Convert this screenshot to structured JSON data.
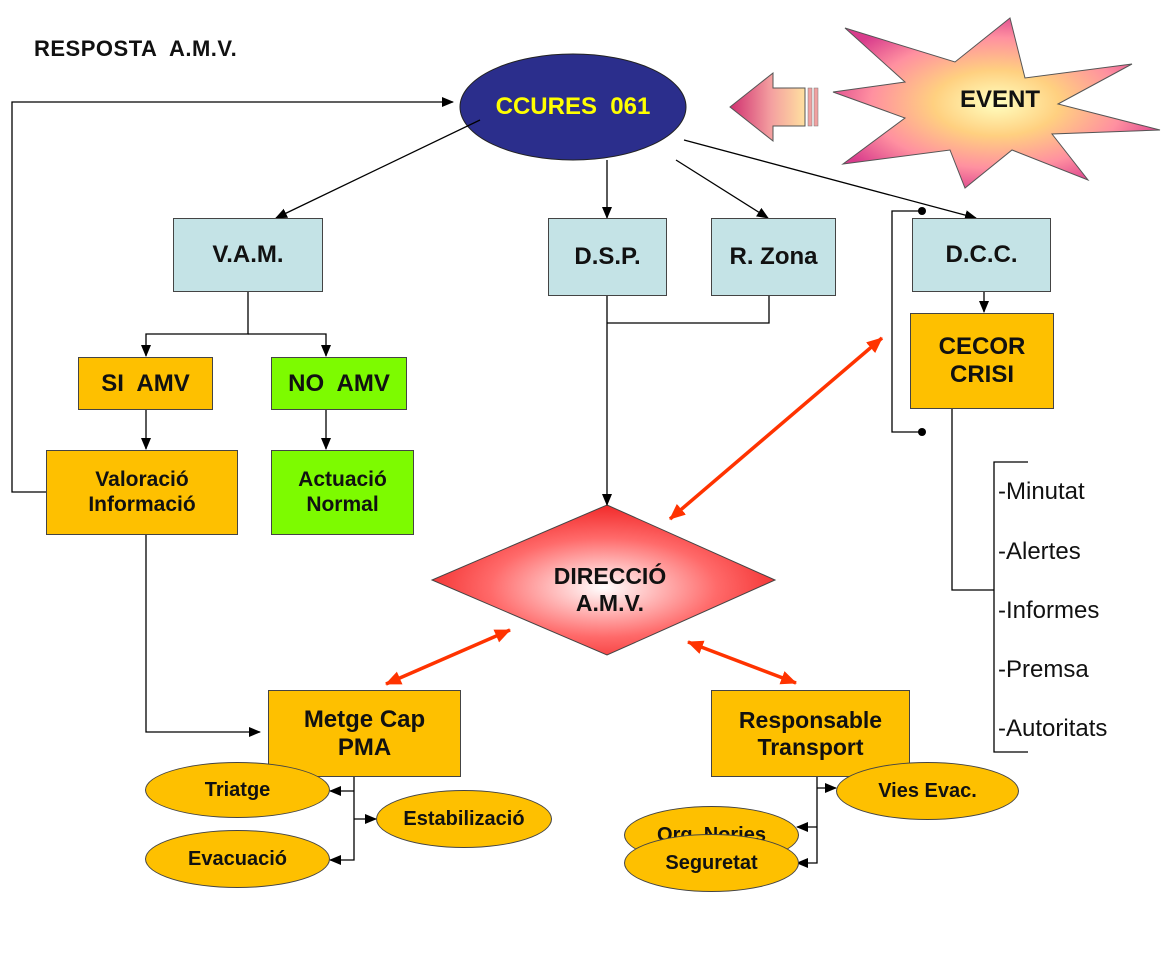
{
  "title": "RESPOSTA  A.M.V.",
  "ccures": "CCURES  061",
  "event": "EVENT",
  "vam": "V.A.M.",
  "dsp": "D.S.P.",
  "rzona": "R. Zona",
  "dcc": "D.C.C.",
  "cecor": [
    "CECOR",
    "CRISI"
  ],
  "si_amv": "SI  AMV",
  "no_amv": "NO  AMV",
  "valoracio": [
    "Valoració",
    "Informació"
  ],
  "actuacio": [
    "Actuació",
    "Normal"
  ],
  "direccio": [
    "DIRECCIÓ",
    "A.M.V."
  ],
  "metge": [
    "Metge Cap",
    "PMA"
  ],
  "responsable": [
    "Responsable",
    "Transport"
  ],
  "triatge": "Triatge",
  "estabilitzacio": "Estabilizació",
  "evacuacio": "Evacuació",
  "org_nories": "Org. Nories",
  "vies_evac": "Vies Evac.",
  "seguretat": "Seguretat",
  "crisis_list": [
    "-Minutat",
    "-Alertes",
    "-Informes",
    "-Premsa",
    "-Autoritats"
  ],
  "colors": {
    "ccures_fill": "#2b2e8c",
    "ccures_text": "#ffff00",
    "node_cyan": "#c4e3e6",
    "node_gold": "#fec000",
    "node_green": "#7dfb00",
    "diamond": "#ff3030",
    "red_arrow": "#ff3300"
  }
}
